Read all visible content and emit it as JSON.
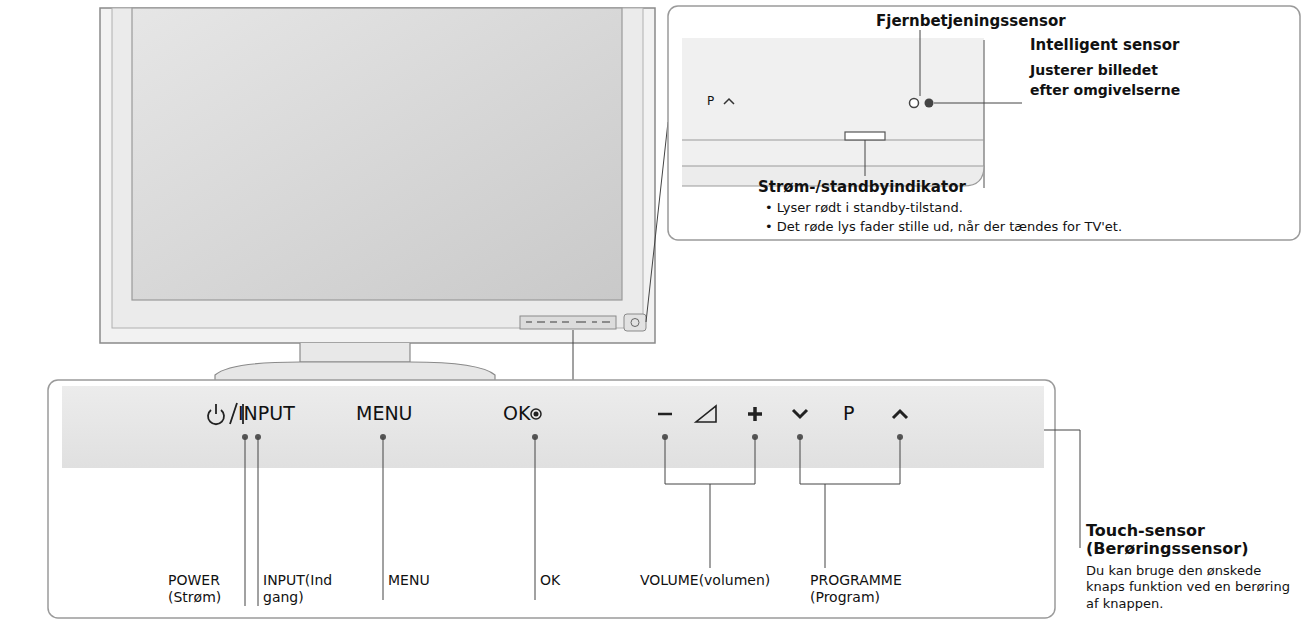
{
  "diagram": {
    "labels": [
      "Fjernbetjeningssensor",
      "Intelligent sensor",
      "Justerer billedet efter omgivelserne",
      "P",
      "Strøm-/standbyindikator",
      "• Lyser rødt i standby-tilstand.",
      "• Det røde lys fader stille ud, når der tændes for TV'et.",
      "INPUT",
      "MENU",
      "OK",
      "P",
      "POWER (Strøm)",
      "INPUT(Ind gang)",
      "MENU",
      "OK",
      "VOLUME(volumen)",
      "PROGRAMME (Program)",
      "Touch-sensor (Berøringssensor)",
      "Du kan bruge den ønskede knaps funktion ved en berøring af knappen."
    ]
  }
}
